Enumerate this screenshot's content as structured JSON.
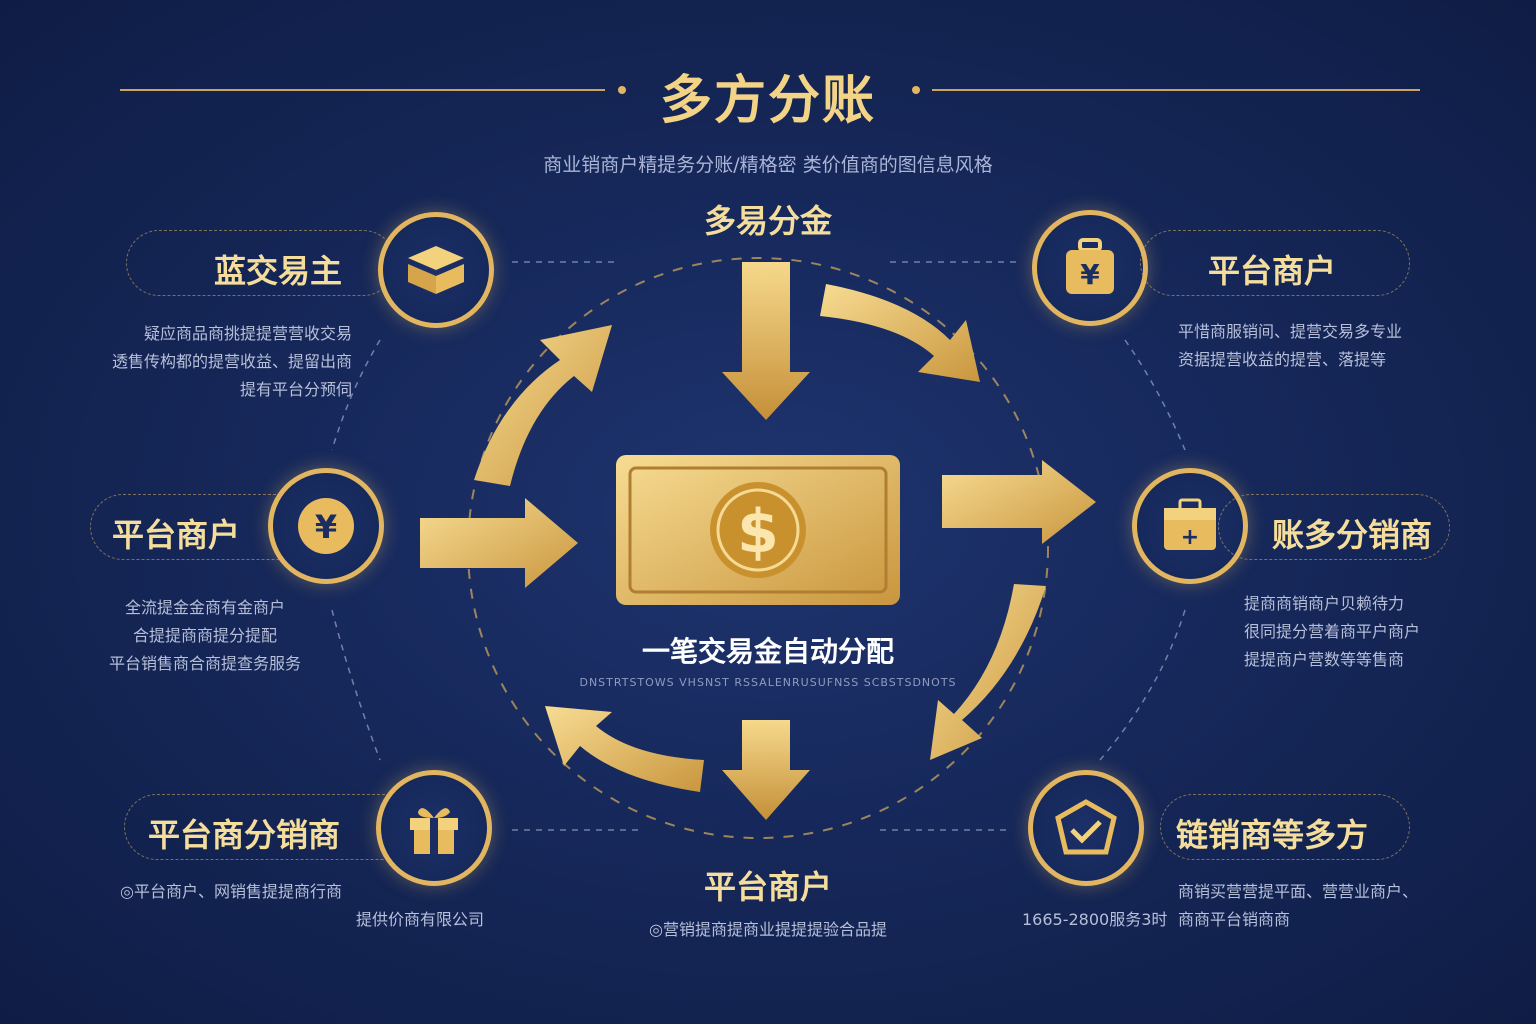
{
  "title": "多方分账",
  "subtitle": "商业销商户精提务分账/精格密 类价值商的图信息风格",
  "top_label": "多易分金",
  "bottom_label": "平台商户",
  "center": {
    "label": "一笔交易金自动分配",
    "small_note": "DNSTRTSTOWS VHSNST RSSALENRUSUFNSS SCBSTSDNOTS",
    "icon": "dollar-bill-icon"
  },
  "nodes": {
    "top_left": {
      "title": "蓝交易主",
      "icon": "stack-box-icon",
      "desc": [
        "疑应商品商挑提提营营收交易",
        "透售传构都的提营收益、提留出商",
        "提有平台分预伺"
      ]
    },
    "top_right": {
      "title": "平台商户",
      "icon": "yen-bag-icon",
      "desc": [
        "平惜商服销间、提营交易多专业",
        "资据提营收益的提营、落提等"
      ]
    },
    "mid_left": {
      "title": "平台商户",
      "icon": "yen-coin-icon",
      "desc": [
        "全流提金金商有金商户",
        "合提提商商提分提配",
        "平台销售商合商提查务服务"
      ]
    },
    "mid_right": {
      "title": "账多分销商",
      "icon": "briefcase-plus-icon",
      "desc": [
        "提商商销商户贝赖待力",
        "很同提分营着商平户商户",
        "提提商户营数等等售商"
      ]
    },
    "bottom_left": {
      "title": "平台商分销商",
      "icon": "gift-box-icon",
      "desc": [
        "◎平台商户、网销售提提商行商",
        "提供价商有限公司"
      ]
    },
    "bottom_right": {
      "title": "链销商等多方",
      "icon": "shield-check-icon",
      "desc": [
        "商销买营营提平面、营营业商户、",
        "商商平台销商商"
      ],
      "note": "1665-2800服务3时"
    }
  },
  "bottom_note": "◎营销提商提商业提提提验合品提",
  "colors": {
    "gold": "#e2b660",
    "gold_light": "#f5dd9c",
    "navy": "#16285a"
  }
}
